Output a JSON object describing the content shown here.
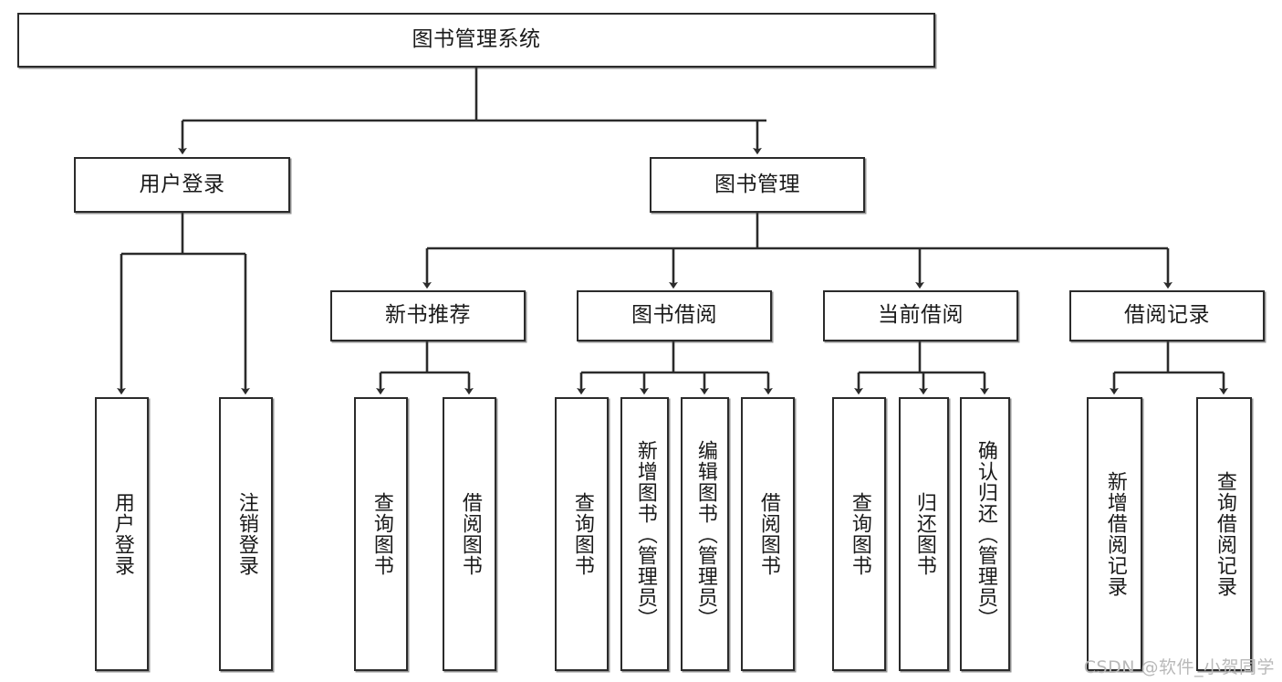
{
  "diagram": {
    "type": "tree",
    "title": "图书管理系统",
    "orientation": "top-down",
    "colors": {
      "background": "#ffffff",
      "node_border": "#2b2b2b",
      "node_fill": "#ffffff",
      "edge": "#2b2b2b",
      "text": "#1a1a1a",
      "watermark": "#b9b9b9"
    }
  },
  "root": {
    "label": "图书管理系统"
  },
  "level2": [
    {
      "label": "用户登录"
    },
    {
      "label": "图书管理"
    }
  ],
  "level3": [
    {
      "label": "新书推荐"
    },
    {
      "label": "图书借阅"
    },
    {
      "label": "当前借阅"
    },
    {
      "label": "借阅记录"
    }
  ],
  "leaves": {
    "user_login": [
      {
        "label": "用户登录"
      },
      {
        "label": "注销登录"
      }
    ],
    "new_book_recommend": [
      {
        "label": "查询图书"
      },
      {
        "label": "借阅图书"
      }
    ],
    "book_borrow": [
      {
        "label": "查询图书"
      },
      {
        "label": "新增图书（管理员）"
      },
      {
        "label": "编辑图书（管理员）"
      },
      {
        "label": "借阅图书"
      }
    ],
    "current_borrow": [
      {
        "label": "查询图书"
      },
      {
        "label": "归还图书"
      },
      {
        "label": "确认归还（管理员）"
      }
    ],
    "borrow_records": [
      {
        "label": "新增借阅记录"
      },
      {
        "label": "查询借阅记录"
      }
    ]
  },
  "watermark": {
    "text": "CSDN @软件_小贺同学"
  }
}
